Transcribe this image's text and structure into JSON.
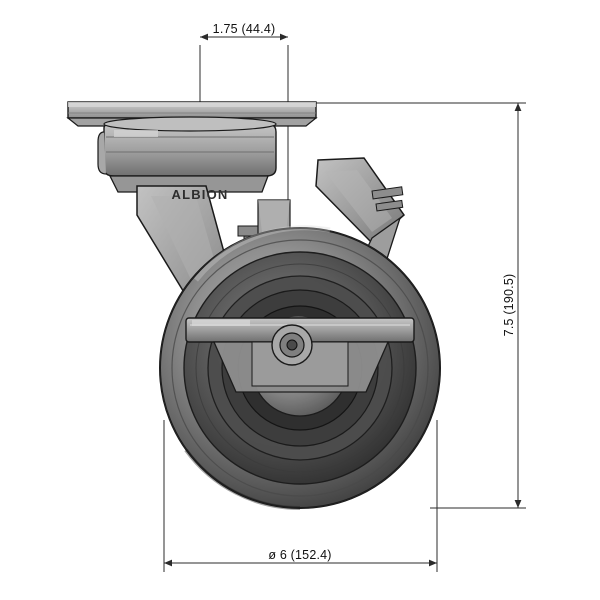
{
  "drawing": {
    "title": "swivel-caster-front-elevation",
    "brand_label": "ALBION",
    "dimensions": {
      "top_plate_hole_spacing": "1.75 (44.4)",
      "overall_height": "7.5 (190.5)",
      "wheel_diameter": "ø 6 (152.4)"
    },
    "colors": {
      "outline": "#1a1a1a",
      "dimension_line": "#2b2b2b",
      "tire_dark": "#3a3a3a",
      "tire_mid": "#6b6b6b",
      "tire_light": "#9a9a9a",
      "hub_gray": "#8d8d8d",
      "fork_gray": "#a6a6a6",
      "plate_gray": "#b4b4b4",
      "background": "#ffffff"
    }
  }
}
